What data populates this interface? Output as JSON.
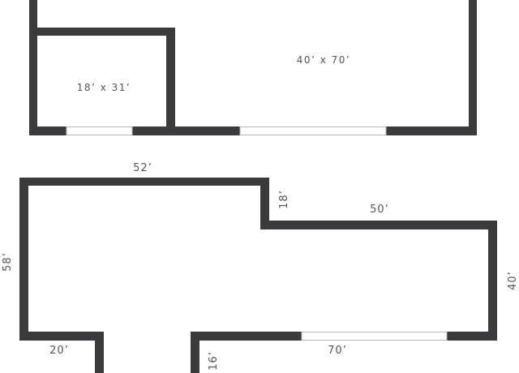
{
  "colors": {
    "wall": "#3b3b3d",
    "opening_edge": "#b8b8b8",
    "label": "#555555",
    "background": "#ffffff"
  },
  "top_plan": {
    "room_small_label": "18’ x 31’",
    "room_large_label": "40’ x 70’"
  },
  "bottom_plan": {
    "dim_top_left": "52’",
    "dim_step": "18’",
    "dim_top_right": "50’",
    "dim_left": "58’",
    "dim_right": "40’",
    "dim_bottom_left": "20’",
    "dim_corridor": "16’",
    "dim_bottom_right": "70’"
  }
}
